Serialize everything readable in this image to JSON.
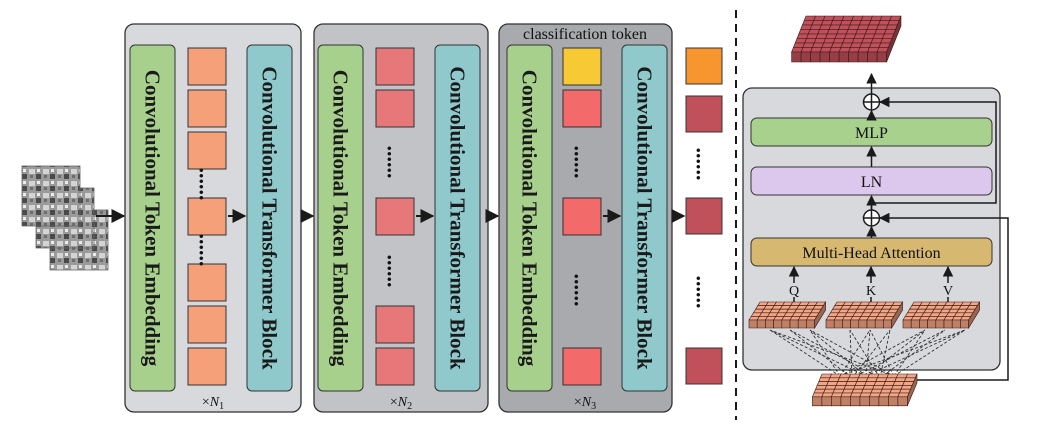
{
  "stages": [
    {
      "embedding_label": "Convolutional Token Embedding",
      "transformer_label": "Convolutional Transformer Block",
      "repeat_prefix": "×",
      "repeat_var": "N",
      "repeat_sub": "1"
    },
    {
      "embedding_label": "Convolutional Token Embedding",
      "transformer_label": "Convolutional Transformer Block",
      "repeat_prefix": "×",
      "repeat_var": "N",
      "repeat_sub": "2"
    },
    {
      "title": "classification token",
      "embedding_label": "Convolutional Token Embedding",
      "transformer_label": "Convolutional Transformer Block",
      "repeat_prefix": "×",
      "repeat_var": "N",
      "repeat_sub": "3"
    }
  ],
  "block_detail": {
    "mlp_label": "MLP",
    "ln_label": "LN",
    "attention_label": "Multi-Head Attention",
    "q_label": "Q",
    "k_label": "K",
    "v_label": "V"
  },
  "ellipsis": "......",
  "colors": {
    "stage_panel_1": "#d8d9dc",
    "stage_panel_2": "#c2c3c6",
    "stage_panel_3": "#a9aaad",
    "embedding_green": "#a8d08d",
    "transformer_teal": "#8fc9cc",
    "token_stage1": "#f6a07a",
    "token_stage2": "#e6787a",
    "token_stage3": "#f26a6a",
    "token_output": "#c0505a",
    "class_token": "#f7c935",
    "class_output": "#f7962e",
    "mlp_green": "#a9d18e",
    "ln_purple": "#dcc8ec",
    "attention_tan": "#d6b870",
    "grid_top": "#c0505a",
    "grid_bottom": "#f3a683"
  }
}
